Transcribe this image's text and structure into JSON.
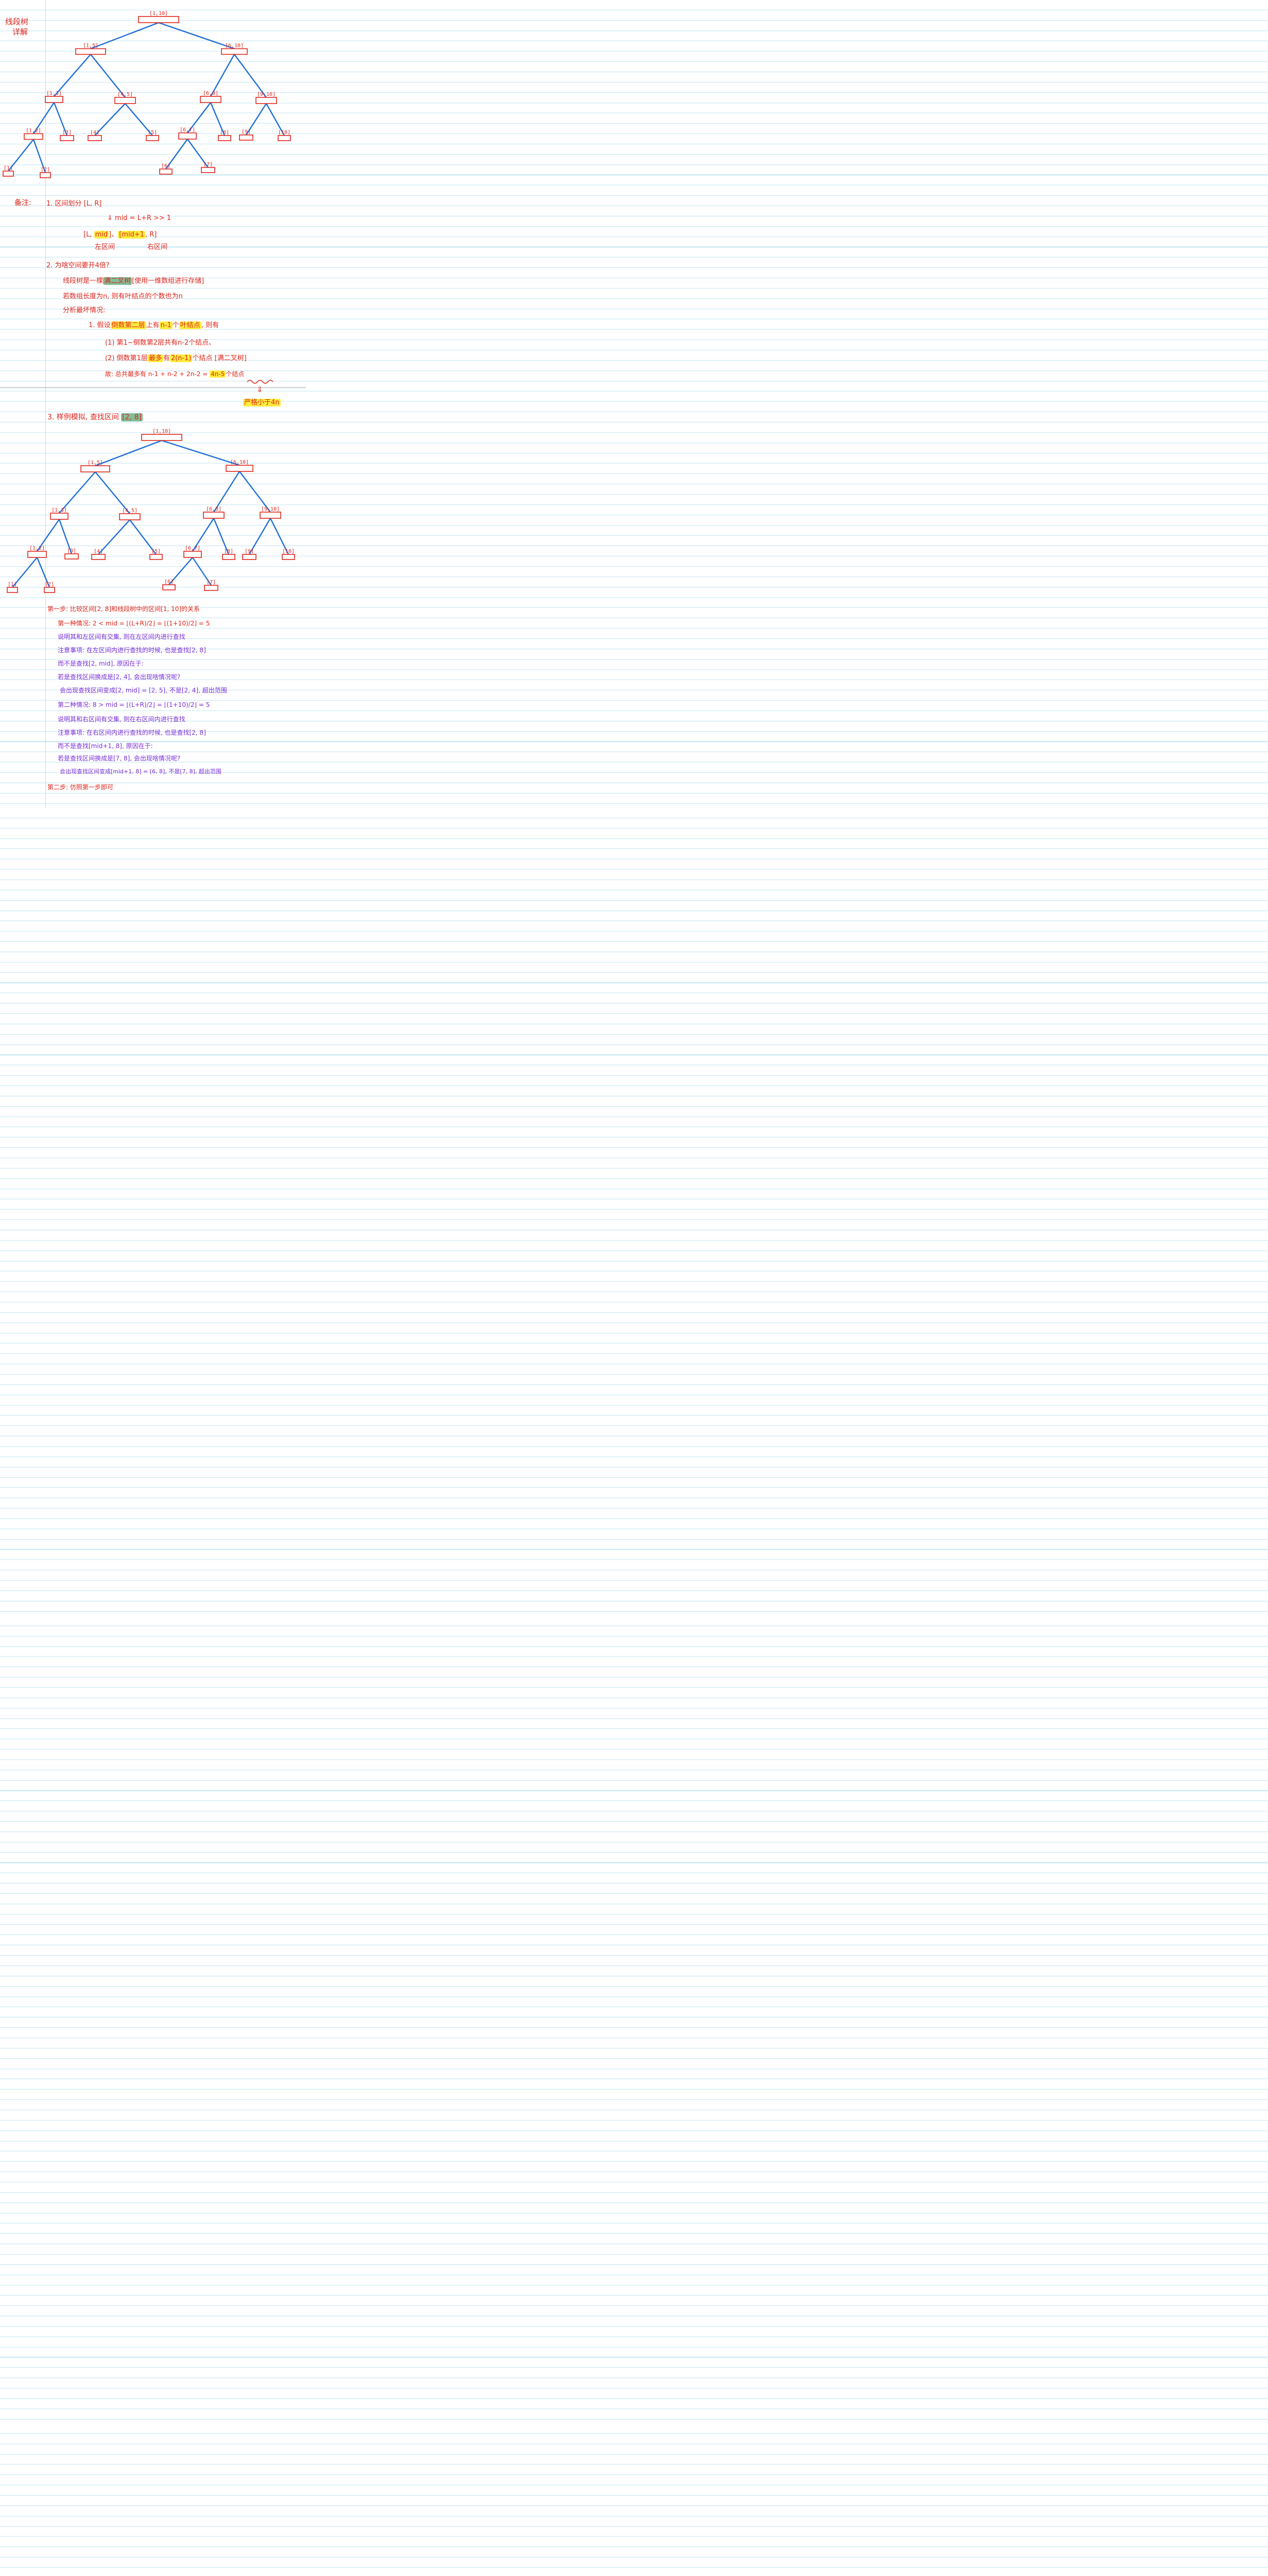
{
  "title": {
    "line1": "线段树",
    "line2": "详解"
  },
  "tree": {
    "nodes": [
      {
        "id": "n1",
        "label": "[1,10]",
        "parent": null
      },
      {
        "id": "n2",
        "label": "[1,5]",
        "parent": "n1"
      },
      {
        "id": "n3",
        "label": "[6,10]",
        "parent": "n1"
      },
      {
        "id": "n4",
        "label": "[1,3]",
        "parent": "n2"
      },
      {
        "id": "n5",
        "label": "[4,5]",
        "parent": "n2"
      },
      {
        "id": "n6",
        "label": "[6,8]",
        "parent": "n3"
      },
      {
        "id": "n7",
        "label": "[9,10]",
        "parent": "n3"
      },
      {
        "id": "n8",
        "label": "[1,2]",
        "parent": "n4"
      },
      {
        "id": "n9",
        "label": "[3]",
        "parent": "n4"
      },
      {
        "id": "n10",
        "label": "[4]",
        "parent": "n5"
      },
      {
        "id": "n11",
        "label": "[5]",
        "parent": "n5"
      },
      {
        "id": "n12",
        "label": "[6,7]",
        "parent": "n6"
      },
      {
        "id": "n13",
        "label": "[8]",
        "parent": "n6"
      },
      {
        "id": "n14",
        "label": "[9]",
        "parent": "n7"
      },
      {
        "id": "n15",
        "label": "[10]",
        "parent": "n7"
      },
      {
        "id": "n16",
        "label": "[1]",
        "parent": "n8"
      },
      {
        "id": "n17",
        "label": "[2]",
        "parent": "n8"
      },
      {
        "id": "n18",
        "label": "[6]",
        "parent": "n12"
      },
      {
        "id": "n19",
        "label": "[7]",
        "parent": "n12"
      }
    ]
  },
  "notes": {
    "label": "备注:",
    "item1": {
      "heading": "1. 区间划分 [L, R]",
      "mid_formula": "⇓ mid = L+R >> 1",
      "left_range_pre": "[L, ",
      "left_range_mid": "mid",
      "left_range_post": "]",
      "separator": "、",
      "right_range_mid": "[mid+1",
      "right_range_post": ", R]",
      "left_name": "左区间",
      "right_name": "右区间"
    },
    "item2": {
      "heading": "2. 为啥空间要开4倍?",
      "line1_pre": "线段树是一棵",
      "line1_hl": "满二叉树",
      "line1_post": "[使用一维数组进行存储]",
      "line2": "若数组长度为n, 则有叶结点的个数也为n",
      "line3": "分析最坏情况:",
      "case1_pre": "1. 假设",
      "case1_hl1": "倒数第二层",
      "case1_mid1": "上有",
      "case1_hl2": "n-1",
      "case1_mid2": "个",
      "case1_hl3": "叶结点",
      "case1_post": ", 则有",
      "sub1": "(1) 第1~倒数第2层共有n-2个结点、",
      "sub2_pre": "(2) 倒数第1层",
      "sub2_hl1": "最多",
      "sub2_mid": "有",
      "sub2_hl2": "2(n-1)",
      "sub2_post": "个结点 [满二叉树]",
      "conclusion_pre": "故: 总共最多有  n-1 + n-2 + 2n-2 = ",
      "conclusion_hl": "4n-5",
      "conclusion_post": "个结点",
      "arrow": "⇓",
      "strictly_less": "严格小于4n"
    }
  },
  "example": {
    "heading_pre": "3. 样例模拟, 查找区间",
    "heading_hl": "[2, 8]",
    "step1": "第一步: 比较区间[2, 8]和线段树中的区间[1, 10]的关系",
    "case1": "第一种情况: 2 < mid = ⌊(L+R)/2⌋ = ⌊(1+10)/2⌋ = 5",
    "case1_desc": "说明其和左区间有交集, 则在左区间内进行查找",
    "case1_note1": "注意事项: 在左区间内进行查找的时候, 也是查找[2, 8]",
    "case1_note2": "而不是查找[2, mid], 原因在于:",
    "case1_note3": "若是查找区间换成是[2, 4], 会出现啥情况呢?",
    "case1_note4": "会出现查找区间变成[2, mid] = [2, 5], 不是[2, 4], 超出范围",
    "case2": "第二种情况:  8 > mid = ⌊(L+R)/2⌋ = ⌊(1+10)/2⌋ = 5",
    "case2_desc": "说明其和右区间有交集, 则在右区间内进行查找",
    "case2_note1": "注意事项: 在右区间内进行查找的时候, 也是查找[2, 8]",
    "case2_note2": "而不是查找[mid+1, 8], 原因在于:",
    "case2_note3": "若是查找区间换成是[7, 8], 会出现啥情况呢?",
    "case2_note4": "会出现查找区间变成[mid+1, 8] = [6, 8], 不是[7, 8], 超出范围",
    "step2": "第二步: 仿照第一步即可"
  },
  "colors": {
    "ink_red": "#e0251b",
    "ink_blue": "#1f6fd6",
    "ink_purple": "#7a2ed6",
    "highlight_yellow": "#ffec3d",
    "highlight_green": "#7fbf98"
  }
}
